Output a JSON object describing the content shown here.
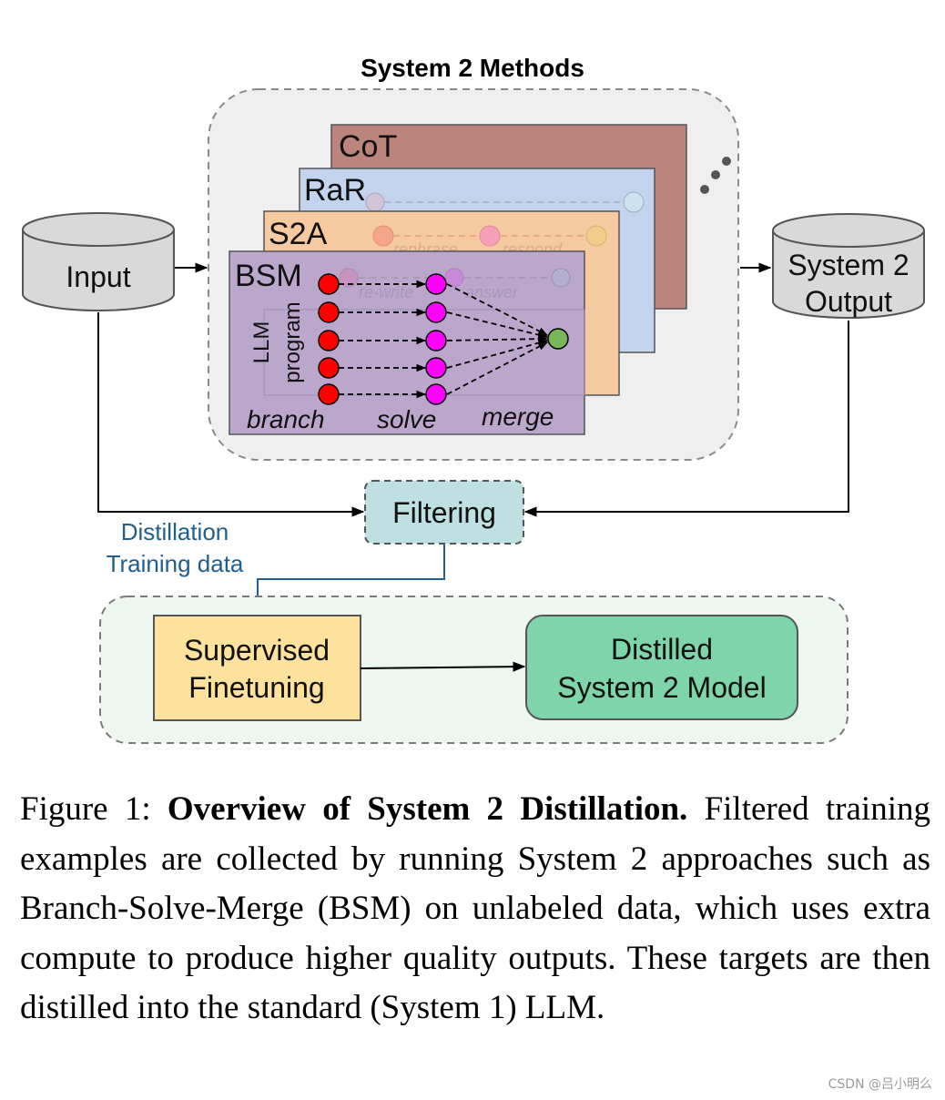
{
  "diagram": {
    "title": "System 2 Methods",
    "input_label": "Input",
    "output_label_line1": "System 2",
    "output_label_line2": "Output",
    "cards": {
      "cot": "CoT",
      "rar": "RaR",
      "s2a": "S2A",
      "bsm": "BSM"
    },
    "card_annotations": {
      "rephrase": "rephrase",
      "respond": "respond",
      "rewrite": "re-write",
      "answer": "answer"
    },
    "bsm_detail": {
      "llm_label": "LLM",
      "program_label": "program",
      "branch_label": "branch",
      "solve_label": "solve",
      "merge_label": "merge"
    },
    "filtering_label": "Filtering",
    "training_data_line1": "Distillation",
    "training_data_line2": "Training data",
    "finetune_line1": "Supervised",
    "finetune_line2": "Finetuning",
    "model_line1": "Distilled",
    "model_line2": "System 2 Model"
  },
  "caption": {
    "prefix": "Figure 1: ",
    "bold_title": "Overview of System 2 Distillation.",
    "body": " Filtered training examples are collected by running System 2 approaches such as Branch-Solve-Merge (BSM) on unlabeled data, which uses extra compute to produce higher quality outputs. These targets are then distilled into the standard (System 1) LLM."
  },
  "watermark": "CSDN @吕小明么",
  "colors": {
    "cot_card": "#bb857d",
    "rar_card": "#c4d4ee",
    "s2a_card": "#f6caa0",
    "bsm_card": "#bba7cb",
    "branch_node": "#ff0000",
    "solve_node": "#ff00ff",
    "merge_node": "#77b75a",
    "filtering_box": "#bfe0e3",
    "finetune_box": "#fde29d",
    "model_box": "#7ed5a9",
    "training_arrow": "#1f5e8e"
  }
}
